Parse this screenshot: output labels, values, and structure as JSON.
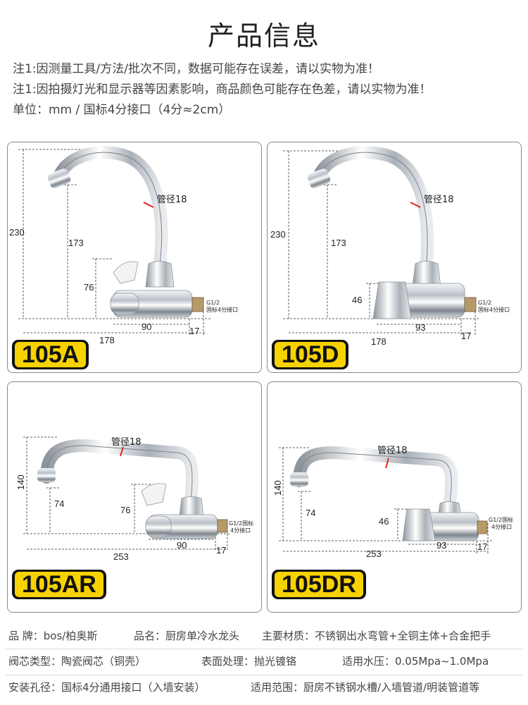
{
  "title": "产品信息",
  "notes": [
    "注1:因测量工具/方法/批次不同，数据可能存在误差，请以实物为准！",
    "注1:因拍摄灯光和显示器等因素影响，商品颜色可能存在色差，请以实物为准！",
    "单位：mm  /  国标4分接口（4分≈2cm）"
  ],
  "models": [
    {
      "code": "105A",
      "pipe": "管径18",
      "height": "230",
      "spout": "173",
      "handle": "76",
      "body": "90",
      "thread": "17",
      "reach": "178",
      "connector": [
        "G1/2",
        "国标4分接口"
      ]
    },
    {
      "code": "105D",
      "pipe": "管径18",
      "height": "230",
      "spout": "173",
      "handle": "46",
      "body": "93",
      "thread": "17",
      "reach": "178",
      "connector": [
        "G1/2",
        "国标4分接口"
      ]
    },
    {
      "code": "105AR",
      "pipe": "管径18",
      "height": "140",
      "spout": "74",
      "handle": "76",
      "body": "90",
      "thread": "17",
      "reach": "253",
      "connector": [
        "G1/2国标",
        "4分接口"
      ]
    },
    {
      "code": "105DR",
      "pipe": "管径18",
      "height": "140",
      "spout": "74",
      "handle": "46",
      "body": "93",
      "thread": "17",
      "reach": "253",
      "connector": [
        "G1/2国标",
        "4分接口"
      ]
    }
  ],
  "specs": {
    "brand": "品    牌：bos/柏奥斯",
    "name": "品名：厨房单冷水龙头",
    "material": "主要材质：不锈钢出水弯管+全铜主体+合金把手",
    "valve": "阀芯类型：陶瓷阀芯（铜壳）",
    "surface": "表面处理：抛光镀铬",
    "pressure": "适用水压：0.05Mpa~1.0Mpa",
    "install": "安装孔径：国标4分通用接口（入墙安装）",
    "scope": "适用范围：厨房不锈钢水槽/入墙管道/明装管道等"
  },
  "colors": {
    "badge_bg": "#f6d300",
    "badge_text": "#111111",
    "accent_mark": "#e0202a"
  }
}
